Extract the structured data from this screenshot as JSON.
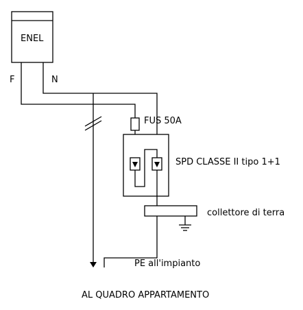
{
  "meter": {
    "label": "ENEL"
  },
  "phase_label": "F",
  "neutral_label": "N",
  "fuse": {
    "label": "FUS 50A"
  },
  "spd": {
    "label": "SPD CLASSE II tipo 1+1"
  },
  "earth_bar": {
    "label": "collettore di terra"
  },
  "pe_label": "PE all'impianto",
  "footer_label": "AL QUADRO APPARTAMENTO",
  "colors": {
    "line": "#000000",
    "background": "#ffffff"
  }
}
